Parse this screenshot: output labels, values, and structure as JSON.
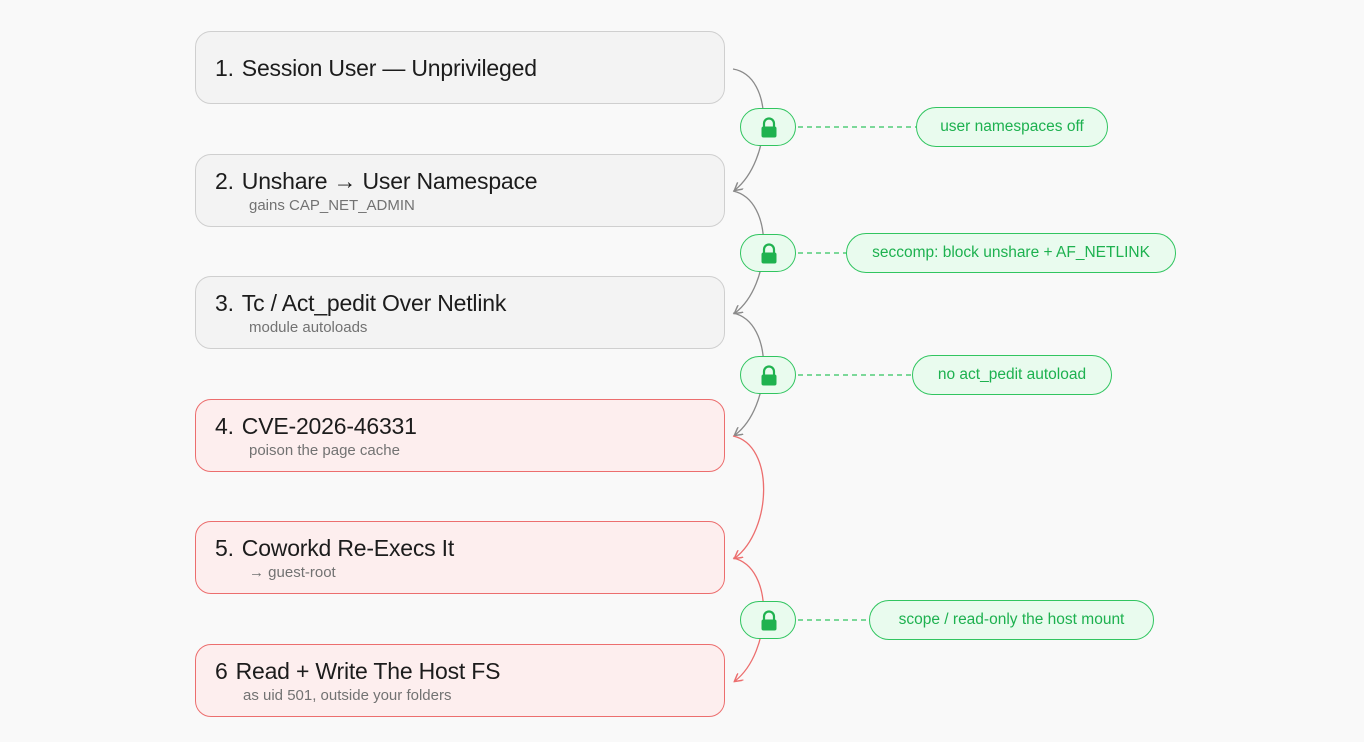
{
  "steps": [
    {
      "number": "1.",
      "title": "Session User — Unprivileged",
      "subtitle": "",
      "state": "neutral"
    },
    {
      "number": "2.",
      "title": "Unshare → User Namespace",
      "subtitle": "gains CAP_NET_ADMIN",
      "state": "neutral"
    },
    {
      "number": "3.",
      "title": "Tc / Act_pedit Over Netlink",
      "subtitle": "module autoloads",
      "state": "neutral"
    },
    {
      "number": "4.",
      "title": "CVE-2026-46331",
      "subtitle": "poison the page cache",
      "state": "danger"
    },
    {
      "number": "5.",
      "title": "Coworkd Re-Execs It",
      "subtitle": "→ guest-root",
      "state": "danger"
    },
    {
      "number": "6",
      "title": "Read + Write The Host FS",
      "subtitle": "as uid 501, outside your folders",
      "state": "danger"
    }
  ],
  "mitigations": [
    {
      "label": "user namespaces off",
      "between_steps": [
        1,
        2
      ]
    },
    {
      "label": "seccomp: block unshare + AF_NETLINK",
      "between_steps": [
        2,
        3
      ]
    },
    {
      "label": "no act_pedit autoload",
      "between_steps": [
        3,
        4
      ]
    },
    {
      "label": "scope / read-only the host mount",
      "between_steps": [
        5,
        6
      ]
    }
  ],
  "colors": {
    "neutral_fill": "#f3f3f3",
    "neutral_border": "#cfcfcf",
    "danger_fill": "#fdeeee",
    "danger_border": "#ec6e6e",
    "mitigation_green": "#31c560",
    "mitigation_text": "#1db14f",
    "connector_gray": "#8a8a8a",
    "connector_red": "#ec6e6e"
  },
  "icons": {
    "lock": "lock-icon"
  }
}
